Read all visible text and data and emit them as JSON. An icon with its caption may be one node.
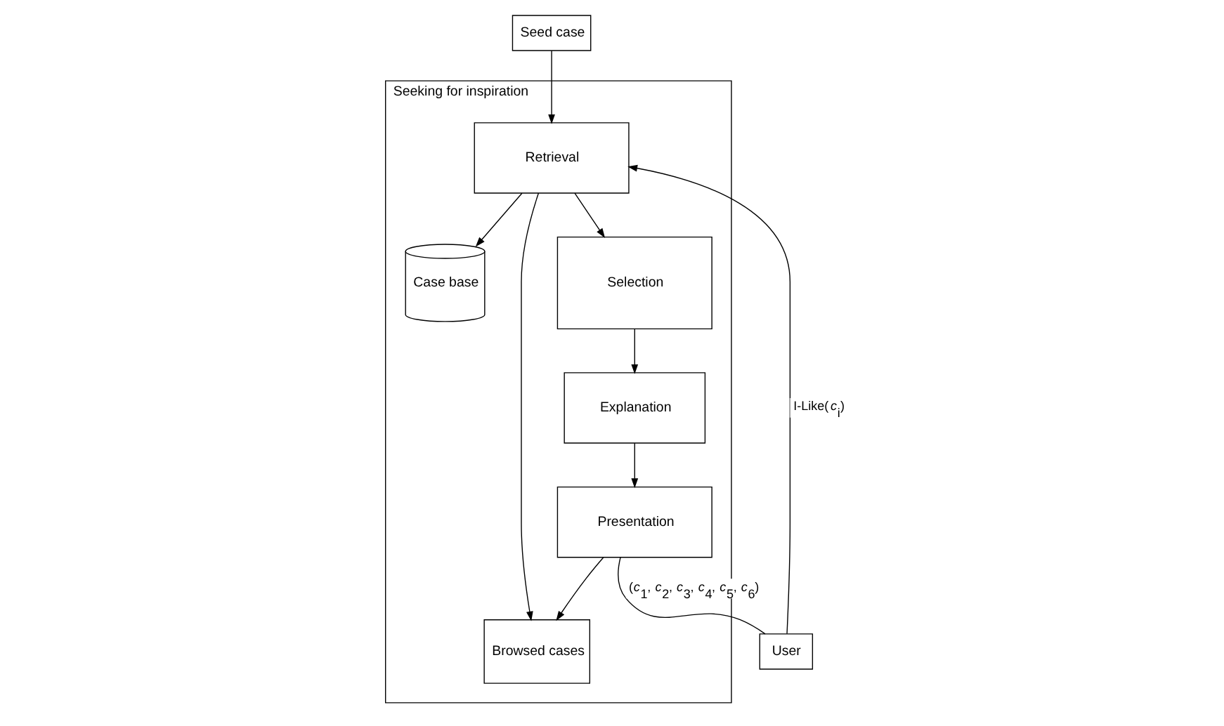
{
  "diagram": {
    "nodes": [
      {
        "text": [
          "Seeking for inspiration"
        ]
      },
      {
        "text": [
          "Seed case"
        ]
      },
      {
        "text": [
          "Retrieval"
        ],
        "in": 0
      },
      {
        "text": [
          "Selection"
        ],
        "in": 0
      },
      {
        "text": [
          "User"
        ]
      },
      {
        "text": [
          "Case base"
        ],
        "in": 0
      },
      {
        "text": [
          "Browsed cases"
        ],
        "in": 0
      },
      {
        "text": [
          "Presentation"
        ],
        "in": 0
      },
      {
        "text": [
          "Explanation"
        ],
        "in": 0
      }
    ],
    "edges": [
      {
        "from": 1,
        "to": 2,
        "arrow": "to"
      },
      {
        "from": 4,
        "to": 2,
        "arrow": "to",
        "label": "I-Like(*c*$_{i}$)"
      },
      {
        "from": 2,
        "to": 3,
        "arrow": "to"
      },
      {
        "from": 2,
        "to": 5,
        "arrow": "to"
      },
      {
        "from": 2,
        "to": 6,
        "arrow": "to"
      },
      {
        "from": 3,
        "to": 8,
        "arrow": "to"
      },
      {
        "from": 8,
        "to": 7,
        "arrow": "to"
      },
      {
        "from": 7,
        "to": 6,
        "arrow": "to"
      },
      {
        "from": 7,
        "to": 4,
        "arrow": "none",
        "label": "(*c*$_{1}$, *c*$_{2}$, *c*$_{3}$, *c*$_{4}$, *c*$_{5}$, *c*$_{6}$)"
      }
    ]
  }
}
